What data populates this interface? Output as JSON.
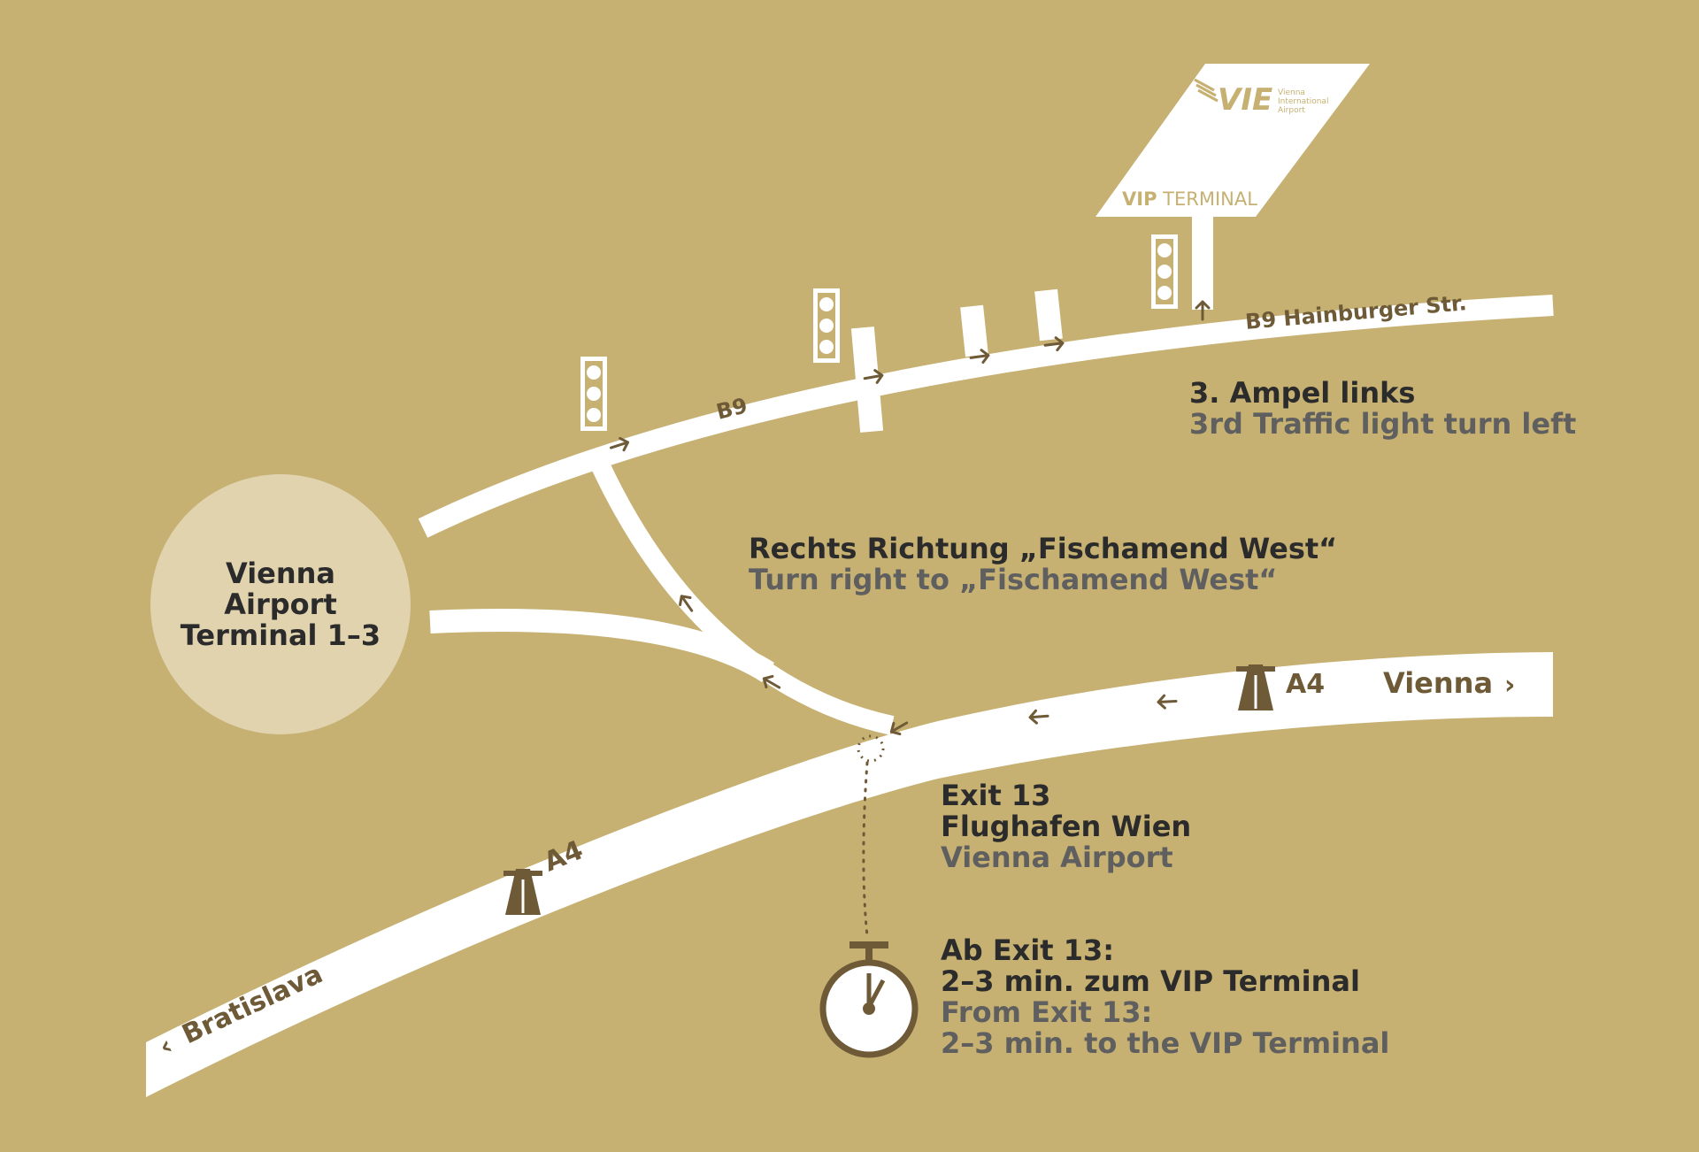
{
  "colors": {
    "background": "#c6b173",
    "road": "#ffffff",
    "airport_circle": "#e0d3ae",
    "text_dark": "#2b2b2b",
    "text_grey": "#5f5f5f",
    "accent_brown": "#6e5a36"
  },
  "airport": {
    "line1": "Vienna",
    "line2": "Airport",
    "line3": "Terminal 1–3"
  },
  "roads": {
    "b9": "B9",
    "b9_hainburger": "B9 Hainburger Str.",
    "a4_east": "A4",
    "a4_west": "A4",
    "vienna": "Vienna",
    "bratislava": "Bratislava"
  },
  "sign": {
    "logo_text": "VIE",
    "logo_line1": "Vienna",
    "logo_line2": "International",
    "logo_line3": "Airport",
    "vip": "VIP",
    "terminal": "TERMINAL"
  },
  "instructions": {
    "ampel_de": "3. Ampel links",
    "ampel_en": "3rd Traffic light turn left",
    "rechts_de": "Rechts Richtung „Fischamend West“",
    "rechts_en": "Turn right to „Fischamend West“",
    "exit_line1": "Exit 13",
    "exit_line2": "Flughafen Wien",
    "exit_line3": "Vienna Airport",
    "time_de1": "Ab Exit 13:",
    "time_de2": "2–3 min. zum VIP Terminal",
    "time_en1": "From Exit 13:",
    "time_en2": "2–3 min. to the VIP Terminal"
  }
}
